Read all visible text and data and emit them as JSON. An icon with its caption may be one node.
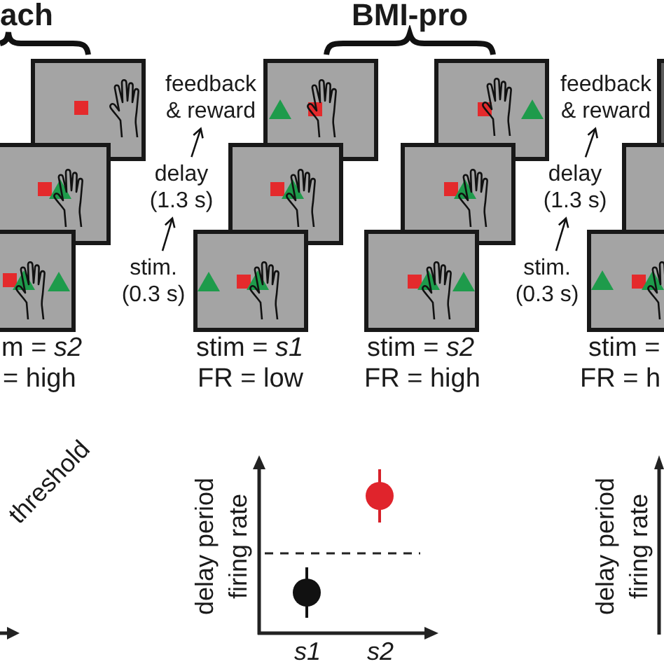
{
  "diagram": {
    "nodes": [
      {
        "text": [
          "feedback & reward"
        ]
      },
      {
        "text": [
          "delay (1.3 s)"
        ]
      },
      {
        "text": [
          "stim. (0.3 s)"
        ]
      },
      {
        "text": [
          "feedback & reward"
        ]
      },
      {
        "text": [
          "delay (1.3 s)"
        ]
      },
      {
        "text": [
          "stim. (0.3 s)"
        ]
      }
    ],
    "edges": [
      {
        "from": 2,
        "to": 1,
        "arrow": "to"
      },
      {
        "from": 1,
        "to": 0,
        "arrow": "to"
      },
      {
        "from": 5,
        "to": 4,
        "arrow": "to"
      },
      {
        "from": 4,
        "to": 3,
        "arrow": "to"
      }
    ],
    "labels": [
      "ach",
      "BMI-pro",
      "m = *s2*",
      "stim = *s1*",
      "stim = *s2*",
      "stim =",
      "= high",
      "FR = low",
      "FR = high",
      "FR = h",
      "threshold",
      "delay period firing rate",
      "s1",
      "s2",
      "delay period firing rate"
    ]
  }
}
